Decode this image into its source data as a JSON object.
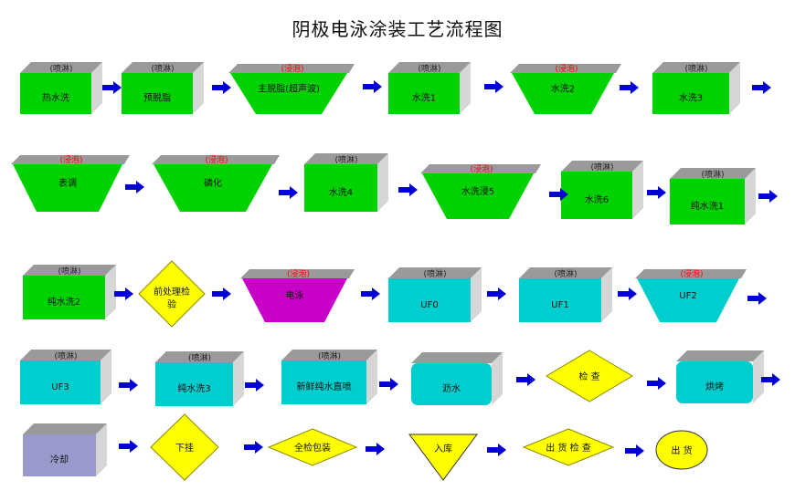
{
  "title": "阴极电泳涂装工艺流程图",
  "colors": {
    "green": "#00d200",
    "cyan": "#00cdcd",
    "magenta": "#c800c8",
    "lavender": "#9999cc",
    "yellow": "#ffff00",
    "top_face": "#9a9a9a",
    "side_face": "#d6d6d6",
    "arrow": "#0000d4",
    "tag_spray": "#222222",
    "tag_dip": "#ff0000"
  },
  "tags": {
    "spray": "(喷淋)",
    "dip": "(浸泡)"
  },
  "steps": [
    {
      "label": "热水洗",
      "shape": "box",
      "color": "green",
      "tag": "spray"
    },
    {
      "label": "预脱脂",
      "shape": "box",
      "color": "green",
      "tag": "spray"
    },
    {
      "label": "主脱脂(超声波)",
      "shape": "tank",
      "color": "green",
      "tag": "dip"
    },
    {
      "label": "水洗1",
      "shape": "box",
      "color": "green",
      "tag": "spray"
    },
    {
      "label": "水洗2",
      "shape": "tank",
      "color": "green",
      "tag": "dip"
    },
    {
      "label": "水洗3",
      "shape": "box",
      "color": "green",
      "tag": "spray"
    },
    {
      "label": "表调",
      "shape": "tank",
      "color": "green",
      "tag": "dip"
    },
    {
      "label": "磷化",
      "shape": "tank",
      "color": "green",
      "tag": "dip"
    },
    {
      "label": "水洗4",
      "shape": "box",
      "color": "green",
      "tag": "spray"
    },
    {
      "label": "水洗浸5",
      "shape": "tank",
      "color": "green",
      "tag": "dip"
    },
    {
      "label": "水洗6",
      "shape": "box",
      "color": "green",
      "tag": "spray"
    },
    {
      "label": "纯水洗1",
      "shape": "box",
      "color": "green",
      "tag": "spray"
    },
    {
      "label": "纯水洗2",
      "shape": "box",
      "color": "green",
      "tag": "spray"
    },
    {
      "label": "前处理检验",
      "shape": "diamond",
      "color": "yellow",
      "tag": ""
    },
    {
      "label": "电泳",
      "shape": "tank",
      "color": "magenta",
      "tag": "dip"
    },
    {
      "label": "UF0",
      "shape": "box",
      "color": "cyan",
      "tag": "spray"
    },
    {
      "label": "UF1",
      "shape": "box",
      "color": "cyan",
      "tag": "spray"
    },
    {
      "label": "UF2",
      "shape": "tank",
      "color": "cyan",
      "tag": "dip"
    },
    {
      "label": "UF3",
      "shape": "box",
      "color": "cyan",
      "tag": "spray"
    },
    {
      "label": "纯水洗3",
      "shape": "box",
      "color": "cyan",
      "tag": "spray"
    },
    {
      "label": "新鲜纯水直喷",
      "shape": "box",
      "color": "cyan",
      "tag": "spray"
    },
    {
      "label": "沥水",
      "shape": "rbox",
      "color": "cyan",
      "tag": ""
    },
    {
      "label": "检 查",
      "shape": "diamond",
      "color": "yellow",
      "tag": ""
    },
    {
      "label": "烘烤",
      "shape": "rbox",
      "color": "cyan",
      "tag": ""
    },
    {
      "label": "冷却",
      "shape": "box",
      "color": "lavender",
      "tag": ""
    },
    {
      "label": "下挂",
      "shape": "diamond",
      "color": "yellow",
      "tag": ""
    },
    {
      "label": "全检包装",
      "shape": "diamond",
      "color": "yellow",
      "tag": ""
    },
    {
      "label": "入库",
      "shape": "triangle",
      "color": "yellow",
      "tag": ""
    },
    {
      "label": "出 货 检 查",
      "shape": "diamond",
      "color": "yellow",
      "tag": ""
    },
    {
      "label": "出 货",
      "shape": "ellipse",
      "color": "yellow",
      "tag": ""
    }
  ]
}
